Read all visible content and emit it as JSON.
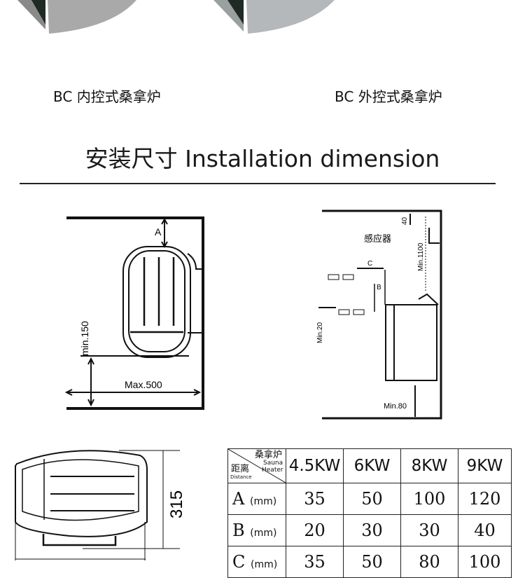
{
  "products": [
    {
      "caption": "BC 内控式桑拿炉",
      "body_color": "#a9a9a9"
    },
    {
      "caption": "BC 外控式桑拿炉",
      "body_color": "#b4b8ba"
    }
  ],
  "section_title": "安装尺寸 Installation dimension",
  "diagram_left": {
    "label_a": "A",
    "label_min": "min.150",
    "label_max": "Max.500"
  },
  "diagram_right": {
    "sensor": "感应器",
    "label_40": "40",
    "label_min1100": "Min.1100",
    "label_c": "C",
    "label_b": "B",
    "label_min20": "Min.20",
    "label_min80": "Min.80"
  },
  "diagram_front": {
    "height": "315"
  },
  "table": {
    "corner": {
      "top_cn": "桑拿炉",
      "top_en1": "Sauna",
      "top_en2": "Heater",
      "bottom_cn": "距离",
      "bottom_en": "Distance"
    },
    "headers": [
      "4.5KW",
      "6KW",
      "8KW",
      "9KW"
    ],
    "unit": "(mm)",
    "rows": [
      {
        "label": "A",
        "values": [
          "35",
          "50",
          "100",
          "120"
        ]
      },
      {
        "label": "B",
        "values": [
          "20",
          "30",
          "30",
          "40"
        ]
      },
      {
        "label": "C",
        "values": [
          "35",
          "50",
          "80",
          "100"
        ]
      }
    ]
  }
}
